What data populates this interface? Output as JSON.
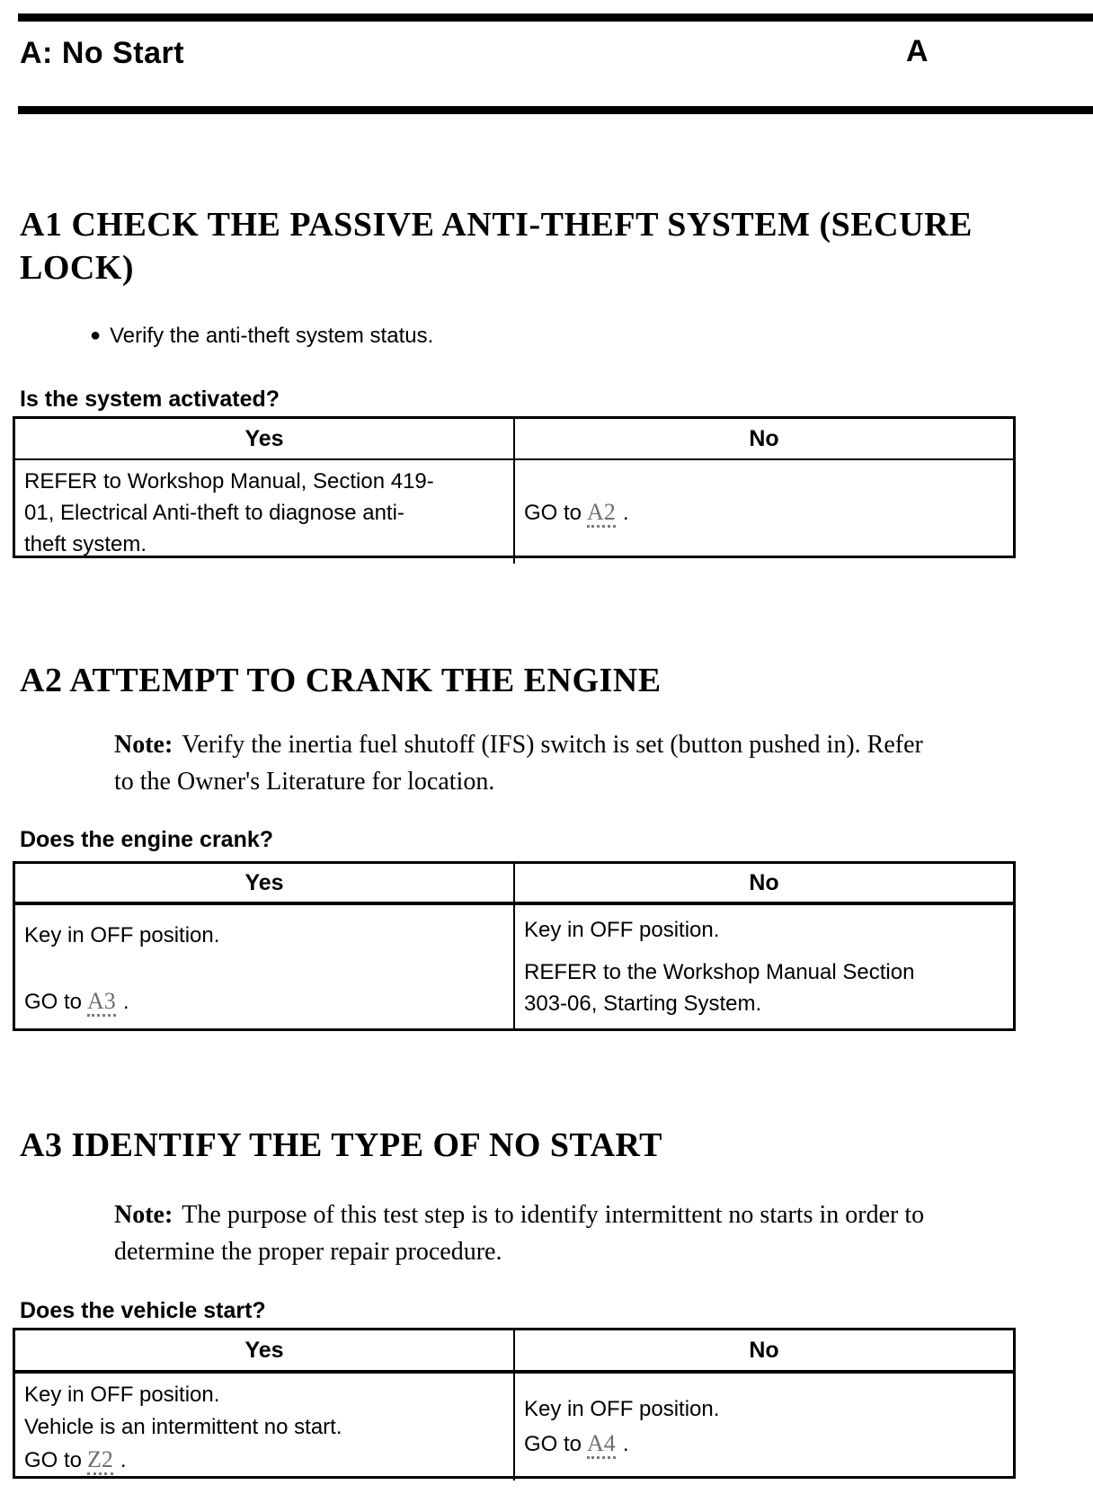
{
  "colors": {
    "text": "#000000",
    "background": "#ffffff",
    "link": "#6e6e6e"
  },
  "header": {
    "title": "A: No Start",
    "letter": "A"
  },
  "sections": [
    {
      "id": "A1",
      "heading_lines": [
        "A1 CHECK THE PASSIVE ANTI-THEFT SYSTEM (SECURE",
        "LOCK)"
      ],
      "bullet": "Verify the anti-theft system status.",
      "question": "Is the system activated?",
      "table": {
        "yes_header": "Yes",
        "no_header": "No",
        "yes_cell": {
          "lines": [
            "REFER to Workshop Manual, Section 419-",
            "01, Electrical Anti-theft to diagnose anti-",
            "theft system."
          ]
        },
        "no_cell": {
          "goto_prefix": "GO to",
          "goto_link": "A2",
          "goto_suffix": "."
        }
      }
    },
    {
      "id": "A2",
      "heading_lines": [
        "A2 ATTEMPT TO CRANK THE ENGINE"
      ],
      "note_label": "Note:",
      "note_lines": [
        "Verify the inertia fuel shutoff (IFS) switch is set (button pushed in). Refer",
        "to the Owner's Literature for location."
      ],
      "question": "Does the engine crank?",
      "table": {
        "yes_header": "Yes",
        "no_header": "No",
        "yes_cell": {
          "line1": "Key in OFF position.",
          "goto_prefix": "GO to",
          "goto_link": "A3",
          "goto_suffix": "."
        },
        "no_cell": {
          "line1": "Key in OFF position.",
          "ref_lines": [
            "REFER to the Workshop Manual Section",
            "303-06, Starting System."
          ]
        }
      }
    },
    {
      "id": "A3",
      "heading_lines": [
        "A3 IDENTIFY THE TYPE OF NO START"
      ],
      "note_label": "Note:",
      "note_lines": [
        "The purpose of this test step is to identify intermittent no starts in order to",
        "determine the proper repair procedure."
      ],
      "question": "Does the vehicle start?",
      "table": {
        "yes_header": "Yes",
        "no_header": "No",
        "yes_cell": {
          "line1": "Key in OFF position.",
          "line2": "Vehicle is an intermittent no start.",
          "goto_prefix": "GO to",
          "goto_link": "Z2",
          "goto_suffix": "."
        },
        "no_cell": {
          "line1": "Key in OFF position.",
          "goto_prefix": "GO to",
          "goto_link": "A4",
          "goto_suffix": "."
        }
      }
    }
  ]
}
